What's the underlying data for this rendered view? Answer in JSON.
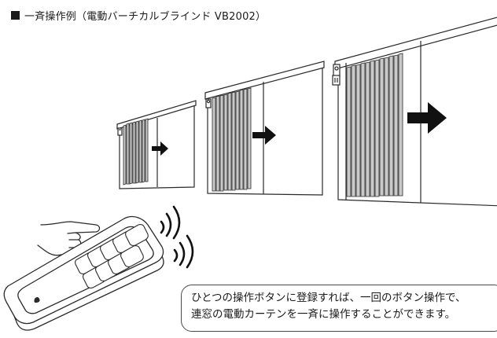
{
  "heading": "一斉操作例（電動バーチカルブラインド VB2002）",
  "caption": {
    "line1": "ひとつの操作ボタンに登録すれば、一回のボタン操作で、",
    "line2": "連窓の電動カーテンを一斉に操作することができます。"
  }
}
